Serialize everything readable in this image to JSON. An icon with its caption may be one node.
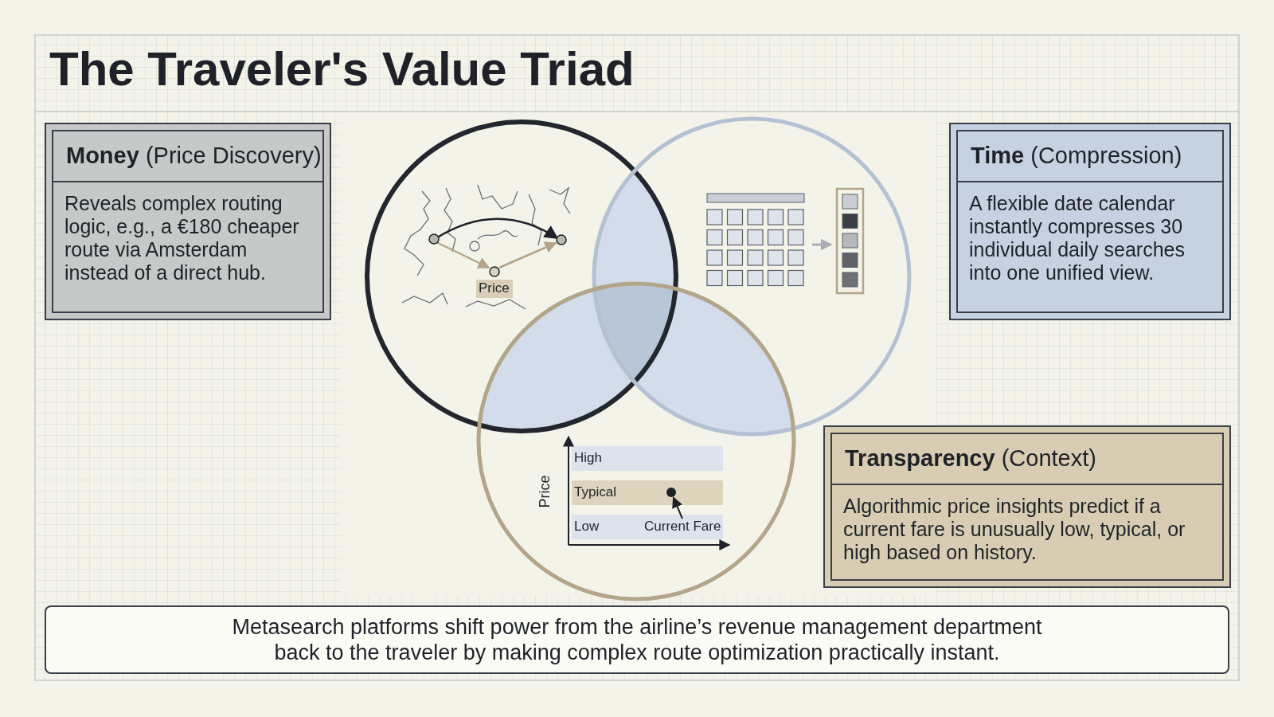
{
  "diagram": {
    "title": "The Traveler's Value Triad",
    "nodes": [
      {
        "text": [
          "**Money** (Price Discovery)",
          "Reveals complex routing logic, e.g., a €180 cheaper route via Amsterdam instead of a direct hub."
        ]
      },
      {
        "text": [
          "**Time** (Compression)",
          "A flexible date calendar instantly compresses 30 individual daily searches into one unified view."
        ]
      },
      {
        "text": [
          "**Transparency** (Context)",
          "Algorithmic price insights predict if a current fare is unusually low, typical, or high based on history."
        ]
      },
      {
        "text": [
          "Metasearch platforms shift power from the airline’s revenue management department back to the traveler by making complex route optimization practically instant."
        ]
      },
      {
        "text": [
          "Current Fare"
        ]
      },
      {
        "text": [],
        "shape": "circle"
      }
    ],
    "edges": [
      {
        "from": 4,
        "to": 5,
        "arrow": "to"
      }
    ],
    "labels": [
      "Price",
      "High",
      "Price",
      "Typical",
      "Low"
    ]
  }
}
